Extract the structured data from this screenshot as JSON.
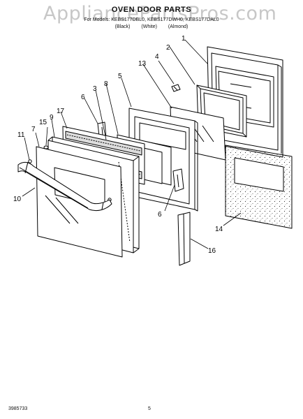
{
  "header": {
    "title": "OVEN DOOR PARTS",
    "models": "For Models: KEBS177DBL0, KEBS177DWH0, KEBS177DAL0",
    "colors": [
      "(Black)",
      "(White)",
      "(Almond)"
    ]
  },
  "watermark": "AppliancePartsPros.com",
  "callouts": [
    "1",
    "2",
    "3",
    "4",
    "5",
    "6",
    "6",
    "7",
    "8",
    "9",
    "10",
    "11",
    "13",
    "14",
    "15",
    "16",
    "17"
  ],
  "footer": {
    "doc_number": "3985733",
    "page": "5"
  }
}
